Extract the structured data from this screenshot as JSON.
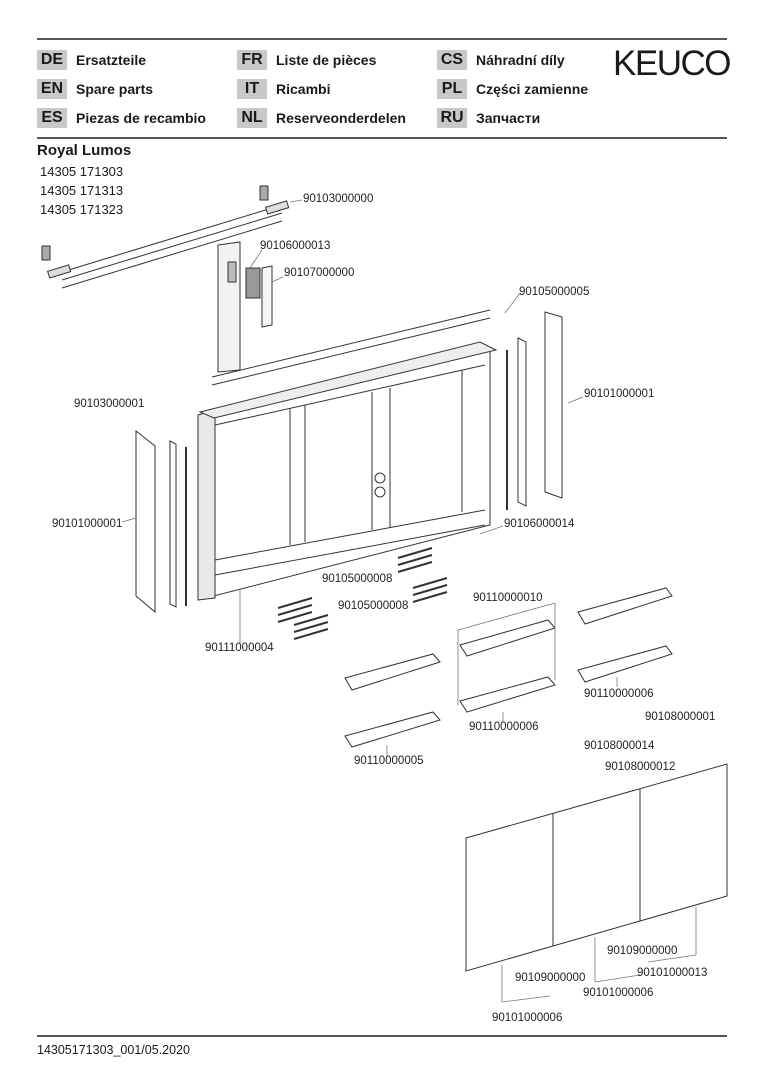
{
  "header": {
    "brand": "KEUCO",
    "languages": [
      {
        "code": "DE",
        "label": "Ersatzteile"
      },
      {
        "code": "EN",
        "label": "Spare parts"
      },
      {
        "code": "ES",
        "label": "Piezas de recambio"
      },
      {
        "code": "FR",
        "label": "Liste de pièces"
      },
      {
        "code": "IT",
        "label": "Ricambi"
      },
      {
        "code": "NL",
        "label": "Reserveonderdelen"
      },
      {
        "code": "CS",
        "label": "Náhradní díly"
      },
      {
        "code": "PL",
        "label": "Części zamienne"
      },
      {
        "code": "RU",
        "label": "Запчасти"
      }
    ]
  },
  "product": {
    "name": "Royal Lumos",
    "article_numbers": [
      "14305 171303",
      "14305 171313",
      "14305 171323"
    ]
  },
  "part_labels": [
    "90103000000",
    "90106000013",
    "90107000000",
    "90105000005",
    "90103000001",
    "90101000001",
    "90101000001",
    "90106000014",
    "90105000008",
    "90105000008",
    "90111000004",
    "90110000010",
    "90110000006",
    "90110000006",
    "90110000005",
    "90108000001",
    "90108000014",
    "90108000012",
    "90109000000",
    "90109000000",
    "90101000013",
    "90101000006",
    "90101000006"
  ],
  "footer": {
    "document_id": "14305171303_001/05.2020"
  }
}
